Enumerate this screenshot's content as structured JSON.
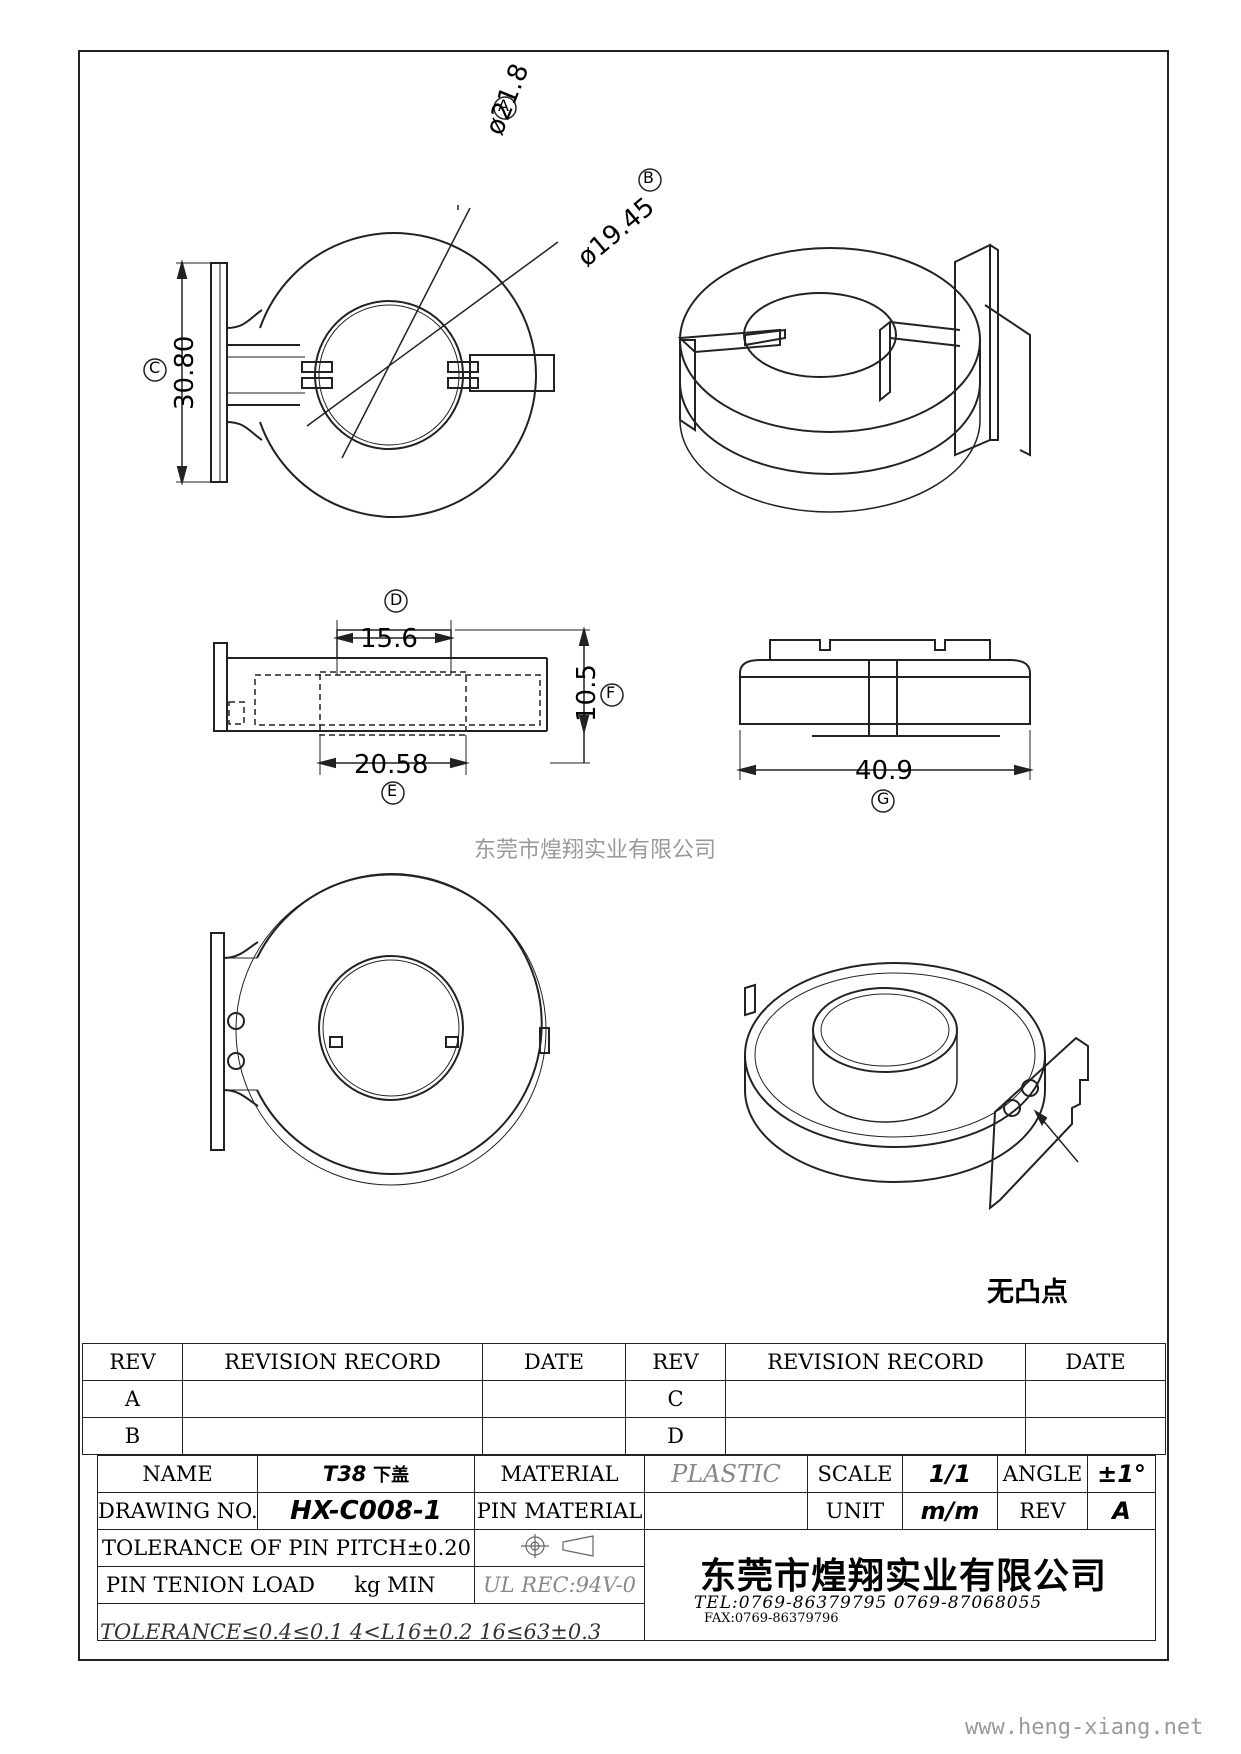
{
  "dimensions": {
    "A": {
      "label": "A",
      "value": "ø21.8"
    },
    "B": {
      "label": "B",
      "value": "ø19.45"
    },
    "C": {
      "label": "C",
      "value": "30.80"
    },
    "D": {
      "label": "D",
      "value": "15.6"
    },
    "E": {
      "label": "E",
      "value": "20.58"
    },
    "F": {
      "label": "F",
      "value": "10.5"
    },
    "G": {
      "label": "G",
      "value": "40.9"
    }
  },
  "note": "无凸点",
  "watermark": "东莞市煌翔实业有限公司",
  "website": "www.heng-xiang.net",
  "revision_table": {
    "headers": [
      "REV",
      "REVISION RECORD",
      "DATE",
      "REV",
      "REVISION RECORD",
      "DATE"
    ],
    "rows": [
      [
        "A",
        "",
        "",
        "C",
        "",
        ""
      ],
      [
        "B",
        "",
        "",
        "D",
        "",
        ""
      ]
    ]
  },
  "title_block": {
    "name_label": "NAME",
    "name_value": "T38",
    "name_value_cn": "下盖",
    "material_label": "MATERIAL",
    "material_value": "PLASTIC",
    "scale_label": "SCALE",
    "scale_value": "1/1",
    "angle_label": "ANGLE",
    "angle_value": "±1°",
    "drawing_no_label": "DRAWING NO.",
    "drawing_no_value": "HX-C008-1",
    "pin_material_label": "PIN MATERIAL",
    "unit_label": "UNIT",
    "unit_value": "m/m",
    "rev_label": "REV",
    "rev_value": "A",
    "tolerance_pin_pitch": "TOLERANCE OF PIN PITCH±0.20",
    "pin_tension_label": "PIN TENION LOAD",
    "pin_tension_unit": "kg MIN",
    "ul_rec": "UL REC:94V-0",
    "tolerance_line": "TOLERANCE≤0.4≤0.1  4<L16±0.2   16≤63±0.3",
    "company": "东莞市煌翔实业有限公司",
    "tel": "TEL:0769-86379795   0769-87068055",
    "fax": "FAX:0769-86379796"
  }
}
